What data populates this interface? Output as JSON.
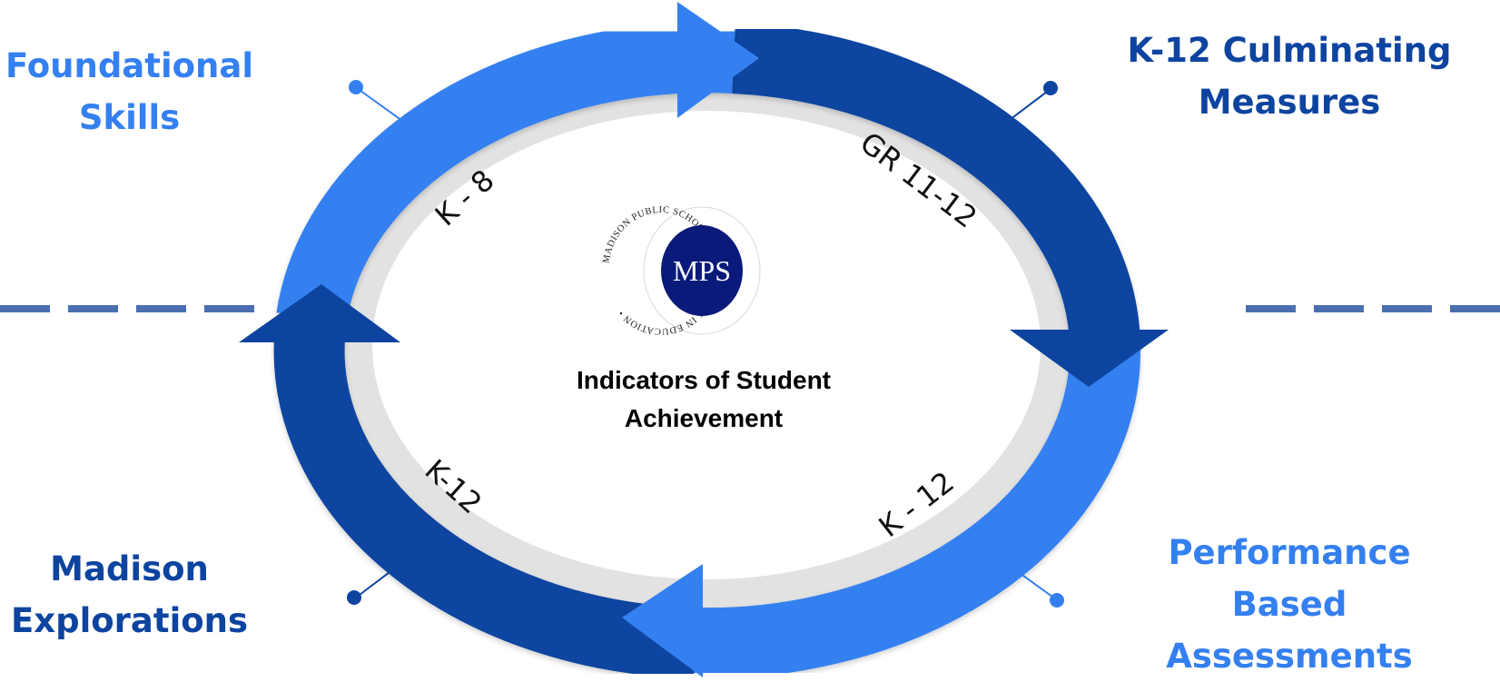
{
  "diagram": {
    "center": {
      "title_lines": [
        "Indicators of Student",
        "Achievement"
      ],
      "logo": {
        "monogram": "MPS",
        "ring_text": "MADISON PUBLIC SCHOOLS • EXCELLENCE IN EDUCATION •",
        "fill_color": "#0a1a7a"
      }
    },
    "arc_labels": {
      "top_left": "K - 8",
      "top_right": "GR 11-12",
      "bottom_right": "K - 12",
      "bottom_left": "K-12"
    },
    "corners": {
      "top_left": {
        "lines": [
          "Foundational",
          "Skills"
        ],
        "color": "#3580f0"
      },
      "top_right": {
        "lines": [
          "K-12 Culminating",
          "Measures"
        ],
        "color": "#0d44a0"
      },
      "bottom_left": {
        "lines": [
          "Madison",
          "Explorations"
        ],
        "color": "#0d44a0"
      },
      "bottom_right": {
        "lines": [
          "Performance",
          "Based",
          "Assessments"
        ],
        "color": "#3580f0"
      }
    },
    "colors": {
      "light_blue": "#3580f0",
      "dark_blue": "#0d44a0",
      "ring_gray": "#e2e2e2",
      "dash_blue": "#4a6fb0"
    }
  }
}
